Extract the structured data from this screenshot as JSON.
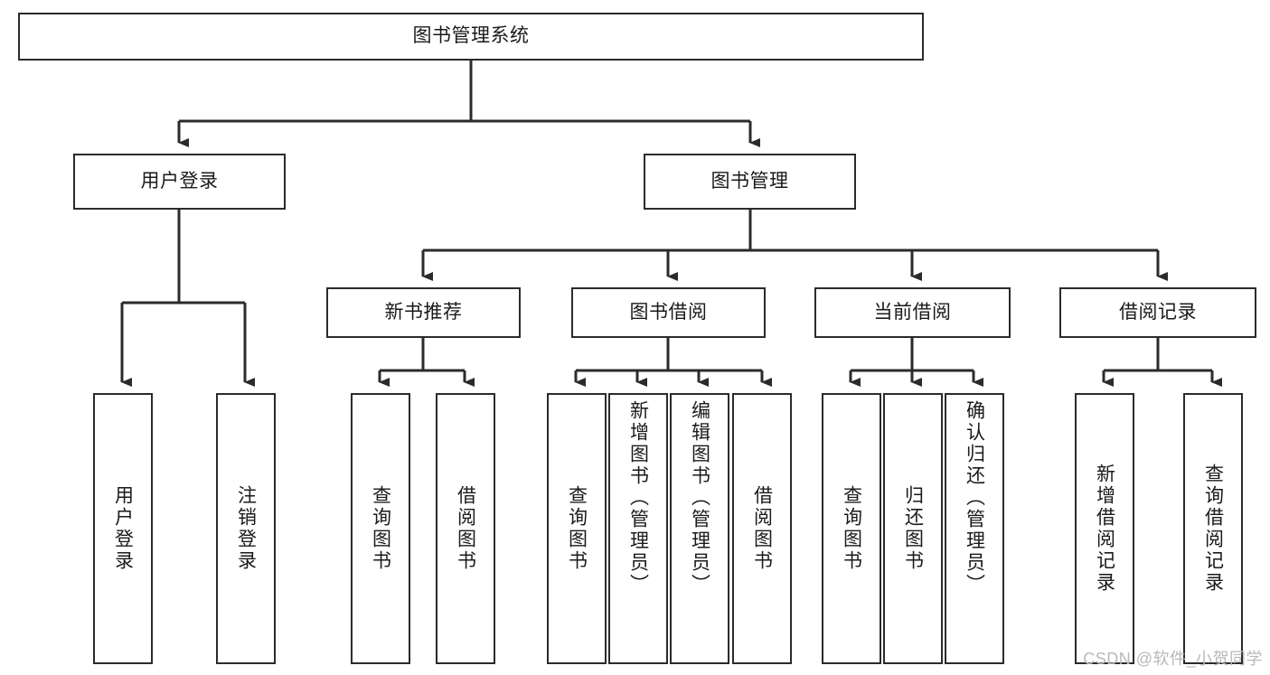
{
  "diagram": {
    "title": "图书管理系统",
    "type": "tree-hierarchy-diagram",
    "colors": {
      "background": "#ffffff",
      "stroke": "#2b2b2b",
      "text": "#1a1a1a",
      "watermark": "#b9b9b9"
    }
  },
  "root": {
    "label": "图书管理系统"
  },
  "level2": [
    {
      "label": "用户登录"
    },
    {
      "label": "图书管理"
    }
  ],
  "level3": [
    {
      "label": "新书推荐"
    },
    {
      "label": "图书借阅"
    },
    {
      "label": "当前借阅"
    },
    {
      "label": "借阅记录"
    }
  ],
  "leaves": {
    "user_login": [
      {
        "label": "用户登录"
      },
      {
        "label": "注销登录"
      }
    ],
    "new_book_recommend": [
      {
        "label": "查询图书"
      },
      {
        "label": "借阅图书"
      }
    ],
    "book_borrow": [
      {
        "label": "查询图书"
      },
      {
        "label": "新增图书（管理员）"
      },
      {
        "label": "编辑图书（管理员）"
      },
      {
        "label": "借阅图书"
      }
    ],
    "current_borrow": [
      {
        "label": "查询图书"
      },
      {
        "label": "归还图书"
      },
      {
        "label": "确认归还（管理员）"
      }
    ],
    "borrow_record": [
      {
        "label": "新增借阅记录"
      },
      {
        "label": "查询借阅记录"
      }
    ]
  },
  "watermark": {
    "text": "CSDN @软件_小贺同学"
  }
}
